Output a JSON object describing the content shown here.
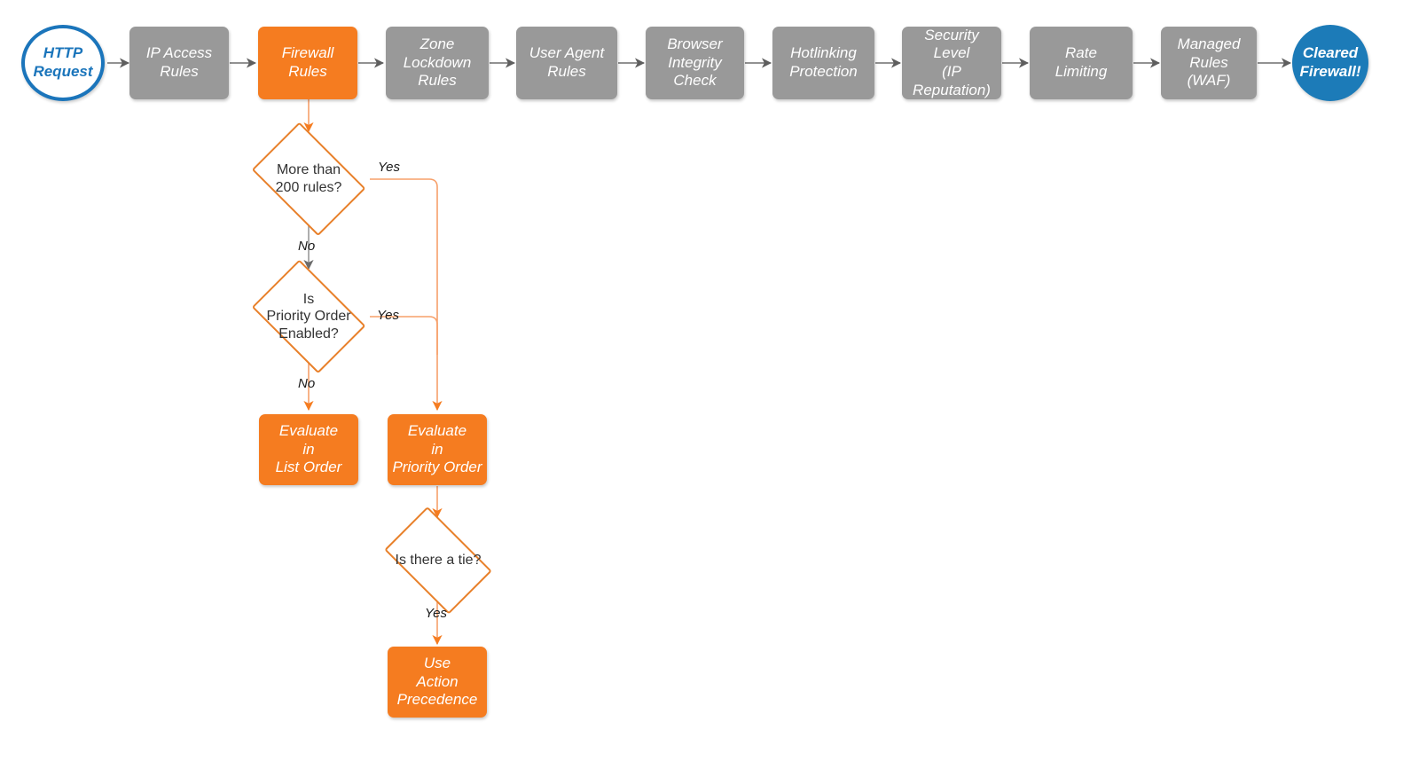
{
  "diagram": {
    "title": "Cloudflare Firewall Rules Evaluation Order",
    "colors": {
      "gray_node": "#999999",
      "orange_node": "#F57C20",
      "orange_line": "#E8802A",
      "blue_start_border": "#1B75BB",
      "blue_end_fill": "#1C7BB8",
      "gray_line": "#7A7A7A",
      "text_dark": "#333333"
    }
  },
  "pipeline": {
    "start": {
      "label": "HTTP\nRequest",
      "shape": "circle",
      "style": "start"
    },
    "steps": [
      {
        "label": "IP Access\nRules",
        "style": "gray"
      },
      {
        "label": "Firewall\nRules",
        "style": "orange"
      },
      {
        "label": "Zone\nLockdown\nRules",
        "style": "gray"
      },
      {
        "label": "User Agent\nRules",
        "style": "gray"
      },
      {
        "label": "Browser\nIntegrity\nCheck",
        "style": "gray"
      },
      {
        "label": "Hotlinking\nProtection",
        "style": "gray"
      },
      {
        "label": "Security\nLevel\n(IP Reputation)",
        "style": "gray"
      },
      {
        "label": "Rate\nLimiting",
        "style": "gray"
      },
      {
        "label": "Managed\nRules\n(WAF)",
        "style": "gray"
      }
    ],
    "end": {
      "label": "Cleared\nFirewall!",
      "shape": "circle",
      "style": "end"
    }
  },
  "branch": {
    "decisions": [
      {
        "id": "more-than-200-rules",
        "label": "More than\n200 rules?"
      },
      {
        "id": "is-priority-order-enabled",
        "label": "Is\nPriority Order\nEnabled?"
      },
      {
        "id": "is-there-a-tie",
        "label": "Is there a tie?"
      }
    ],
    "outcomes": [
      {
        "id": "evaluate-in-list-order",
        "label": "Evaluate\nin\nList Order",
        "style": "orange"
      },
      {
        "id": "evaluate-in-priority-order",
        "label": "Evaluate\nin\nPriority Order",
        "style": "orange"
      },
      {
        "id": "use-action-precedence",
        "label": "Use\nAction\nPrecedence",
        "style": "orange"
      }
    ],
    "edge_labels": {
      "yes_more_than_200": "Yes",
      "no_more_than_200": "No",
      "yes_priority_order": "Yes",
      "no_priority_order": "No",
      "yes_tie": "Yes"
    }
  }
}
